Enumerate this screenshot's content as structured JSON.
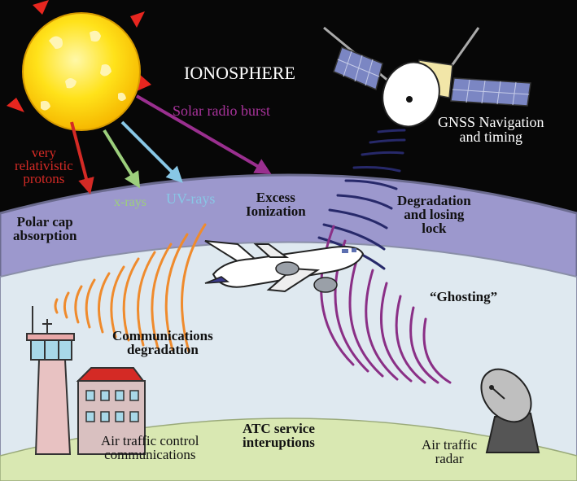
{
  "labels": {
    "ionosphere": "IONOSPHERE",
    "solar_radio_burst": "Solar radio burst",
    "gnss": [
      "GNSS Navigation",
      "and timing"
    ],
    "protons": [
      "very",
      "relativistic",
      "protons"
    ],
    "xrays": "x-rays",
    "uvrays": "UV-rays",
    "excess_ionization": [
      "Excess",
      "Ionization"
    ],
    "degradation_lock": [
      "Degradation",
      "and losing",
      "lock"
    ],
    "polar_cap": [
      "Polar cap",
      "absorption"
    ],
    "ghosting": "“Ghosting”",
    "comm_degradation": [
      "Communications",
      "degradation"
    ],
    "atc_service": [
      "ATC service",
      "interuptions"
    ],
    "atc_comms": [
      "Air traffic control",
      "communications"
    ],
    "radar": [
      "Air traffic",
      "radar"
    ]
  },
  "colors": {
    "space": "#070707",
    "ionosphere_band": "#9c98cd",
    "atmosphere": "#dfe9f0",
    "ground": "#d9e8b2",
    "sun": "#fdd400",
    "protons_arrow": "#d42a25",
    "xray_arrow": "#9ccf7c",
    "uv_arrow": "#88c7e6",
    "radio_arrow": "#9a2f8f",
    "gnss_waves": "#27296a",
    "comm_waves": "#ef8b2d",
    "radar_waves": "#8a2f86"
  },
  "icons": [
    "sun-icon",
    "satellite-icon",
    "airplane-icon",
    "control-tower-icon",
    "building-icon",
    "radar-dish-icon"
  ]
}
